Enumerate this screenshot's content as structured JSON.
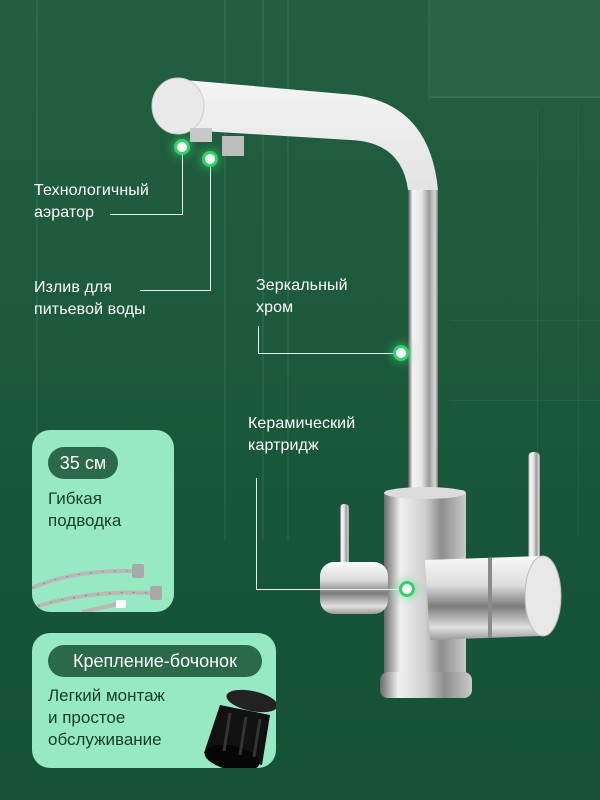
{
  "callouts": {
    "aerator": {
      "line1": "Технологичный",
      "line2": "аэратор"
    },
    "drinking_spout": {
      "line1": "Излив для",
      "line2": "питьевой воды"
    },
    "mirror_chrome": {
      "line1": "Зеркальный",
      "line2": "хром"
    },
    "ceramic_cartridge": {
      "line1": "Керамический",
      "line2": "картридж"
    }
  },
  "hose_card": {
    "badge": "35 см",
    "title_line1": "Гибкая",
    "title_line2": "подводка"
  },
  "mount_card": {
    "badge": "Крепление-бочонок",
    "text_line1": "Легкий монтаж",
    "text_line2": "и простое",
    "text_line3": "обслуживание"
  },
  "colors": {
    "background": "#1d5a3b",
    "card": "#97e9c2",
    "badge": "#2b6a48",
    "highlight_dot": "#2fd36a"
  }
}
